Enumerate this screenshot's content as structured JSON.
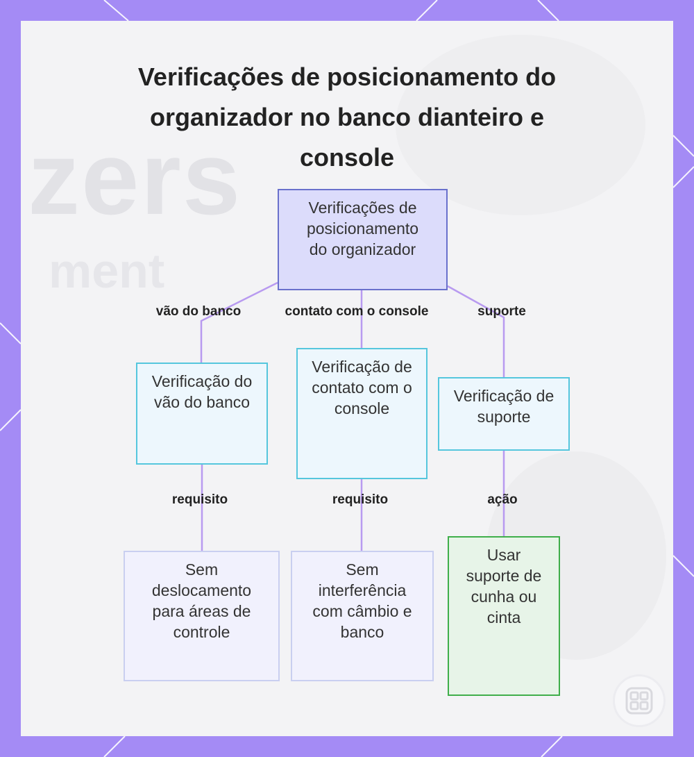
{
  "title": "Verificações de posicionamento do organizador no banco dianteiro e console",
  "watermark": {
    "line1": "zers",
    "line2": "ment"
  },
  "nodes": {
    "root": "Verificações de posicionamento do organizador",
    "seat_gap_check": "Verificação do vão do banco",
    "console_contact_check": "Verificação de contato com o console",
    "support_check": "Verificação de suporte",
    "no_shift": "Sem deslocamento para áreas de controle",
    "no_interference": "Sem interferência com câmbio e banco",
    "use_support": "Usar suporte de cunha ou cinta"
  },
  "edges": {
    "seat_gap": "vão do banco",
    "console_contact": "contato com o console",
    "support": "suporte",
    "requirement_1": "requisito",
    "requirement_2": "requisito",
    "action": "ação"
  },
  "icons": {
    "logo": "grid-logo-icon"
  },
  "colors": {
    "frame": "#a48bf5",
    "root_fill": "#dcdcfb",
    "root_border": "#6970cc",
    "mid_border": "#55c6dd",
    "action_border": "#3fae4a",
    "connector": "#b89af0"
  }
}
